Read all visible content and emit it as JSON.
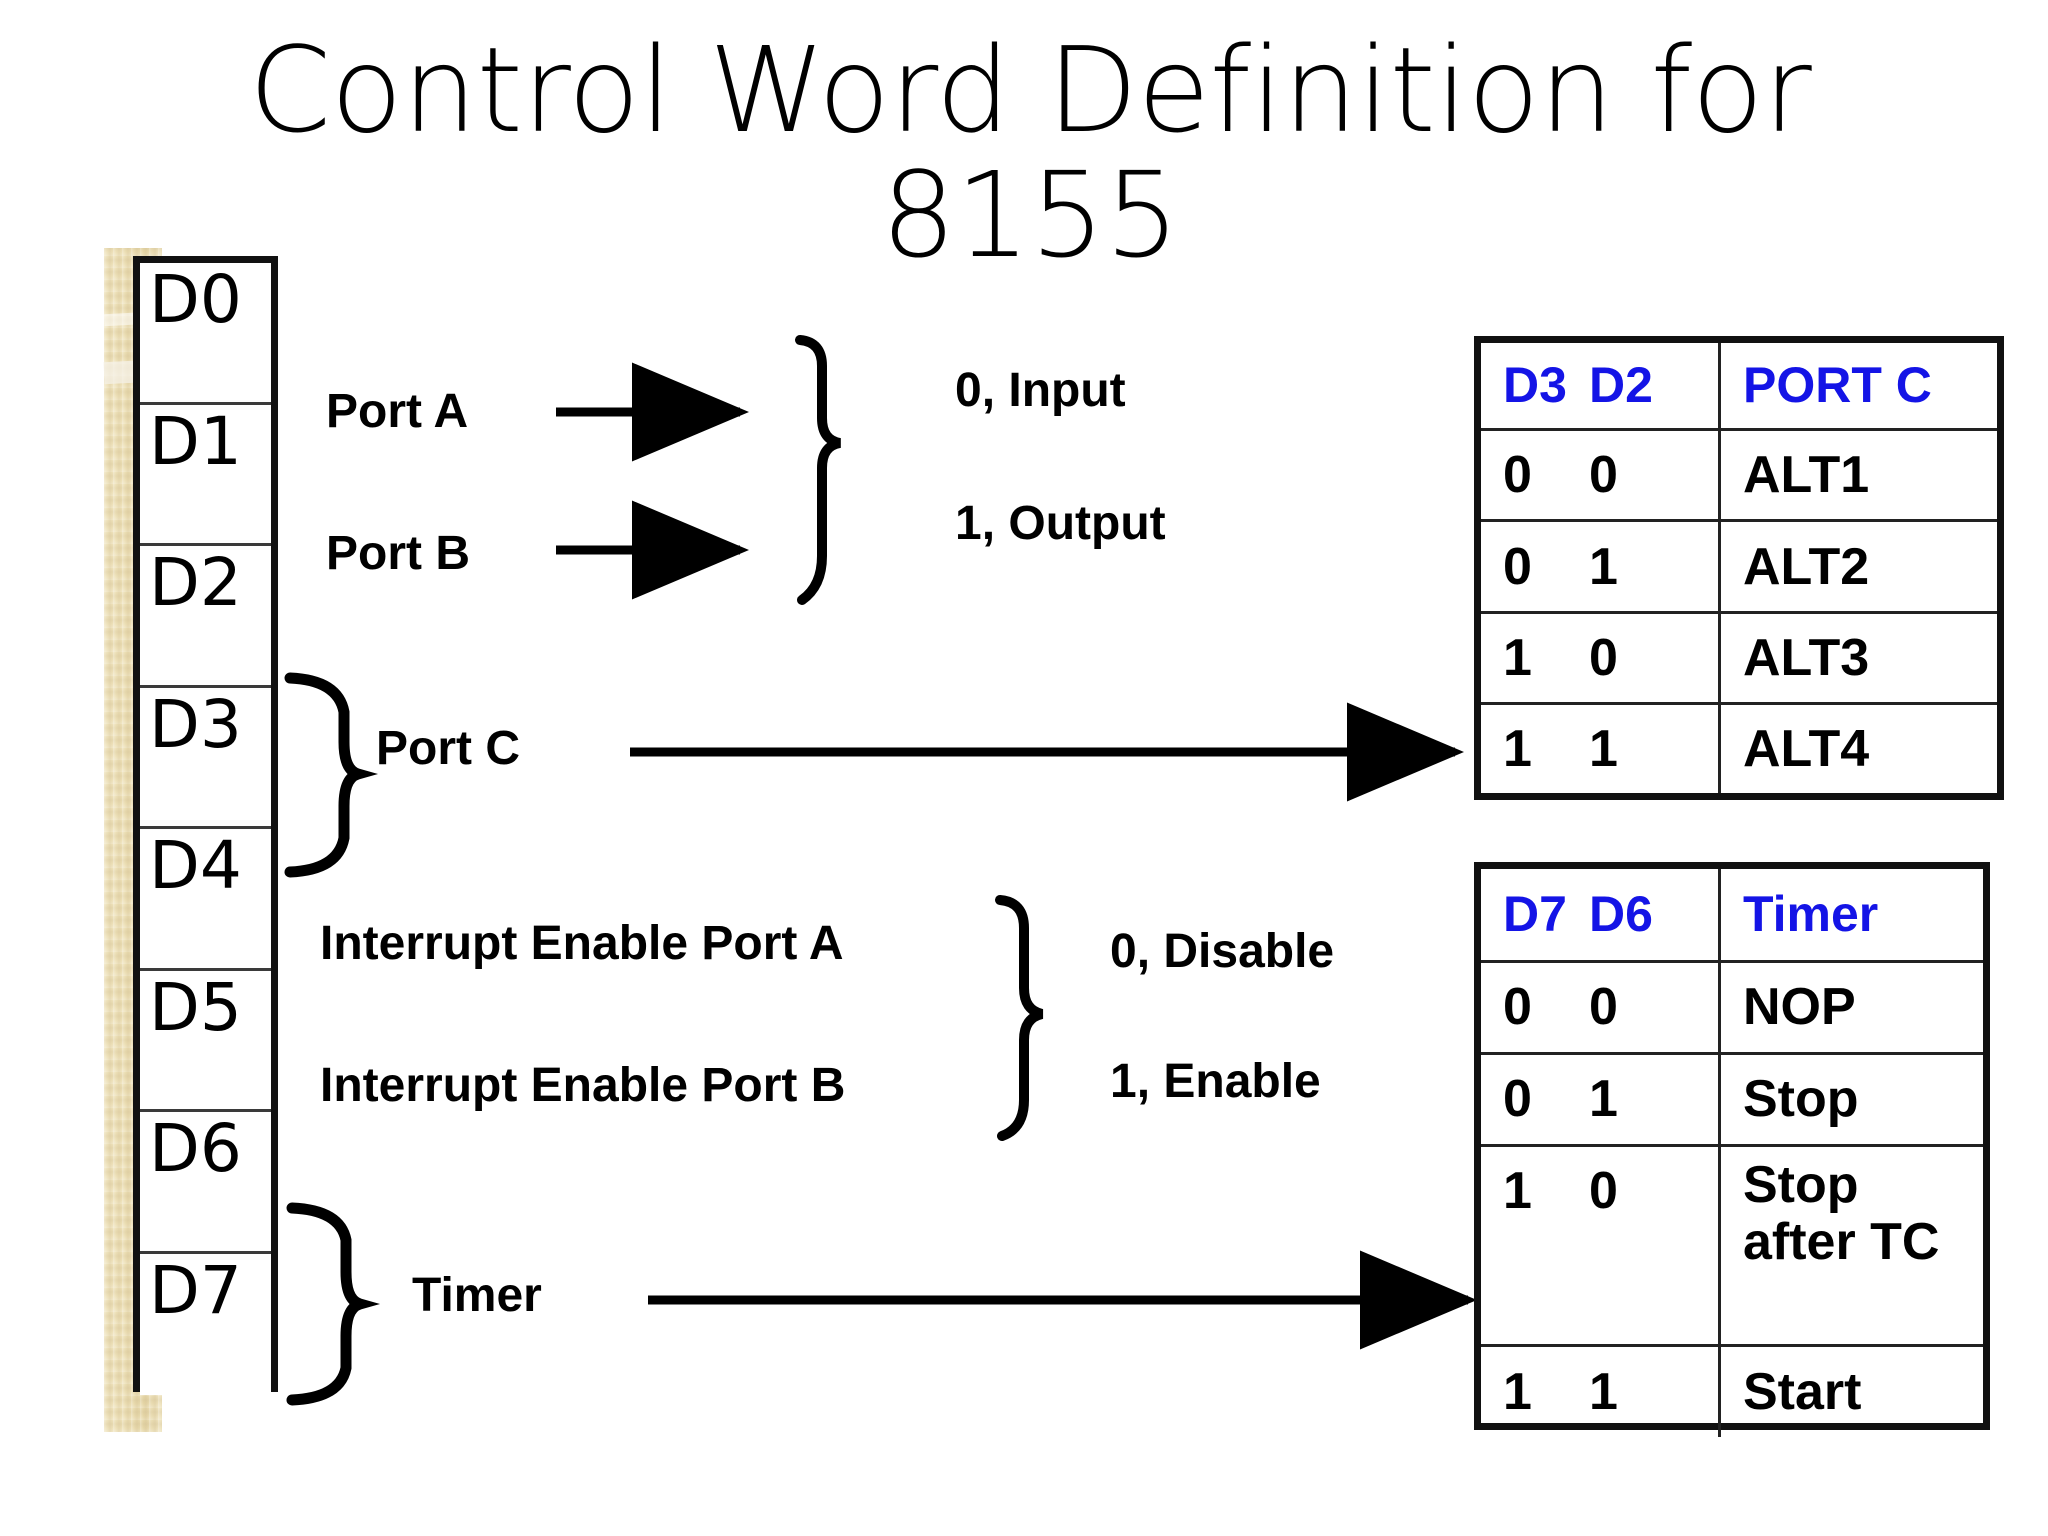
{
  "title": "Control Word Definition for\n8155",
  "register": {
    "name": "control-word-register",
    "bits": [
      {
        "label": "D0"
      },
      {
        "label": "D1"
      },
      {
        "label": "D2"
      },
      {
        "label": "D3"
      },
      {
        "label": "D4"
      },
      {
        "label": "D5"
      },
      {
        "label": "D6"
      },
      {
        "label": "D7"
      }
    ]
  },
  "labels": {
    "port_a": "Port A",
    "port_b": "Port B",
    "port_c": "Port C",
    "int_en_a": "Interrupt Enable Port A",
    "int_en_b": "Interrupt Enable Port B",
    "timer": "Timer",
    "io_zero": "0, Input",
    "io_one": "1, Output",
    "int_zero": "0, Disable",
    "int_one": "1, Enable"
  },
  "portc_table": {
    "name": "port-c-mode-table",
    "headers": [
      "D3",
      "D2",
      "PORT C"
    ],
    "rows": [
      {
        "d3": "0",
        "d2": "0",
        "mode": "ALT1"
      },
      {
        "d3": "0",
        "d2": "1",
        "mode": "ALT2"
      },
      {
        "d3": "1",
        "d2": "0",
        "mode": "ALT3"
      },
      {
        "d3": "1",
        "d2": "1",
        "mode": "ALT4"
      }
    ]
  },
  "timer_table": {
    "name": "timer-mode-table",
    "headers": [
      "D7",
      "D6",
      "Timer"
    ],
    "rows": [
      {
        "d7": "0",
        "d6": "0",
        "mode": "NOP"
      },
      {
        "d7": "0",
        "d6": "1",
        "mode": "Stop"
      },
      {
        "d7": "1",
        "d6": "0",
        "mode": "Stop\nafter TC"
      },
      {
        "d7": "1",
        "d6": "1",
        "mode": "Start"
      }
    ]
  },
  "colors": {
    "header_blue": "#1414e6",
    "text_black": "#000000",
    "ribbon_tan": "#ede0b6",
    "border_black": "#111111"
  },
  "icons": {
    "arrow_port_a": "right-arrow-icon",
    "arrow_port_b": "right-arrow-icon",
    "arrow_port_c": "long-right-arrow-icon",
    "arrow_timer": "long-right-arrow-icon",
    "brace_ab": "right-curly-brace-icon",
    "brace_c": "right-curly-brace-icon",
    "brace_int": "right-curly-brace-icon",
    "brace_timer": "right-curly-brace-icon"
  }
}
